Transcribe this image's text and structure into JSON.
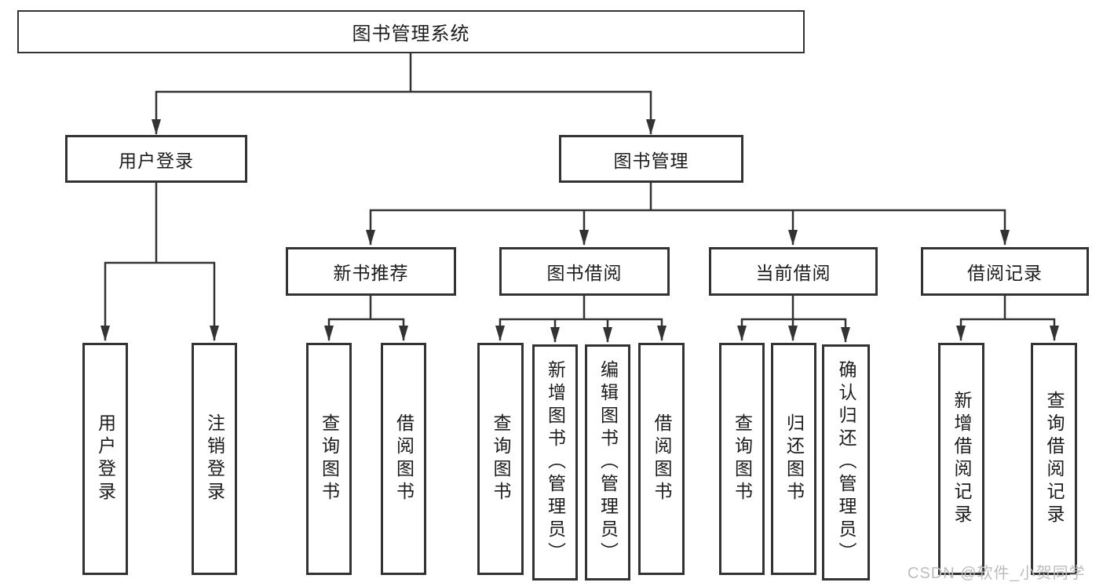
{
  "tree": {
    "label": "图书管理系统",
    "children": [
      {
        "label": "用户登录",
        "children": [
          {
            "label": "用户登录"
          },
          {
            "label": "注销登录"
          }
        ]
      },
      {
        "label": "图书管理",
        "children": [
          {
            "label": "新书推荐",
            "children": [
              {
                "label": "查询图书"
              },
              {
                "label": "借阅图书"
              }
            ]
          },
          {
            "label": "图书借阅",
            "children": [
              {
                "label": "查询图书"
              },
              {
                "label": "新增图书（管理员）"
              },
              {
                "label": "编辑图书（管理员）"
              },
              {
                "label": "借阅图书"
              }
            ]
          },
          {
            "label": "当前借阅",
            "children": [
              {
                "label": "查询图书"
              },
              {
                "label": "归还图书"
              },
              {
                "label": "确认归还（管理员）"
              }
            ]
          },
          {
            "label": "借阅记录",
            "children": [
              {
                "label": "新增借阅记录"
              },
              {
                "label": "查询借阅记录"
              }
            ]
          }
        ]
      }
    ]
  },
  "watermark": {
    "text": "CSDN @软件_小贺同学"
  },
  "colors": {
    "line": "#333333",
    "box_border": "#333333",
    "background": "#ffffff",
    "text": "#1c1c1c",
    "watermark": "#bcbcbc"
  }
}
